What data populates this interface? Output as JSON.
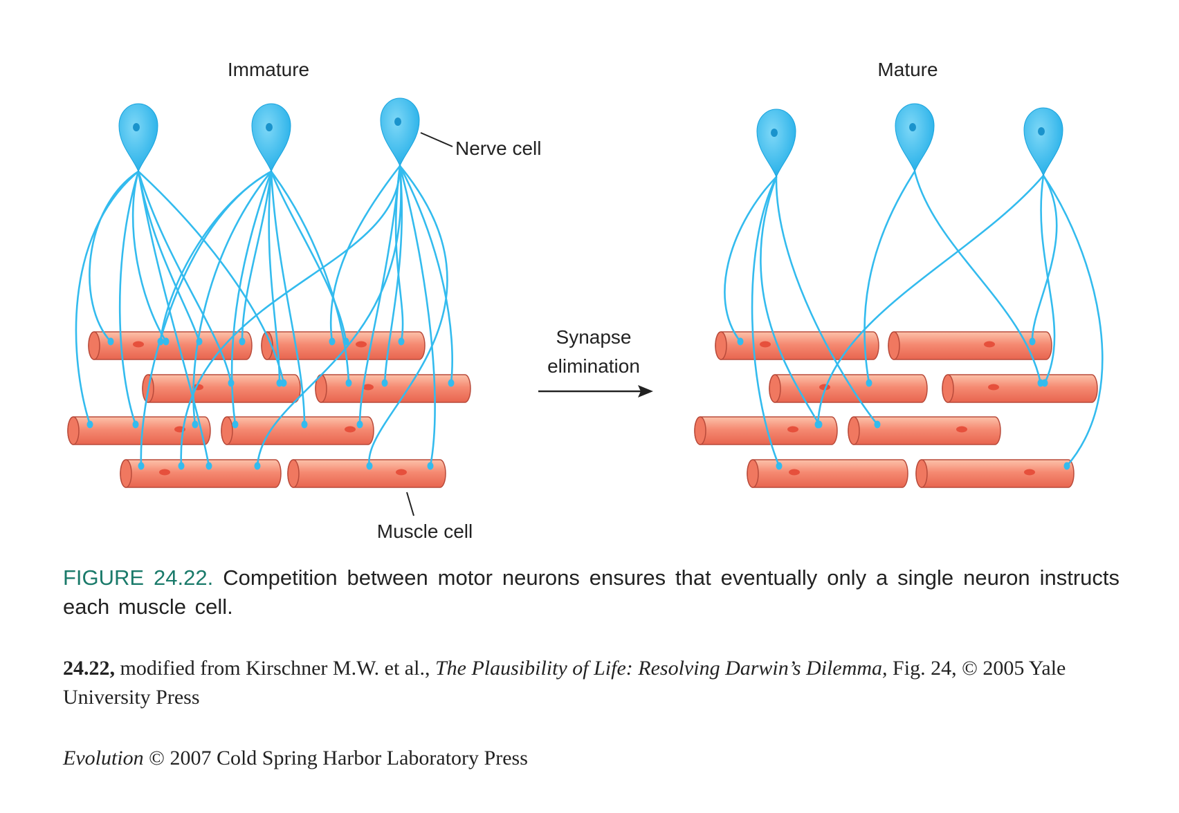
{
  "diagram": {
    "left_title": "Immature",
    "right_title": "Mature",
    "nerve_cell_label": "Nerve cell",
    "muscle_cell_label": "Muscle cell",
    "arrow_label_line1": "Synapse",
    "arrow_label_line2": "elimination",
    "colors": {
      "neuron": "#33bbee",
      "neuron_dark": "#1a93cc",
      "muscle": "#f07860",
      "muscle_light": "#fcc2aa",
      "muscle_outline": "#b84a3a",
      "nucleus": "#e6503c"
    }
  },
  "caption": {
    "figure_number": "FIGURE 24.22.",
    "text": "Competition between motor neurons ensures that eventually only a single neuron instructs each muscle cell."
  },
  "credit": {
    "figure_ref": "24.22,",
    "prefix": "modified from Kirschner M.W. et al.,",
    "book_title": "The Plausibility of Life: Resolving Darwin’s Dilemma,",
    "suffix": "Fig. 24, © 2005 Yale University Press"
  },
  "copyright": {
    "book": "Evolution",
    "text": "© 2007 Cold Spring Harbor Laboratory Press"
  }
}
